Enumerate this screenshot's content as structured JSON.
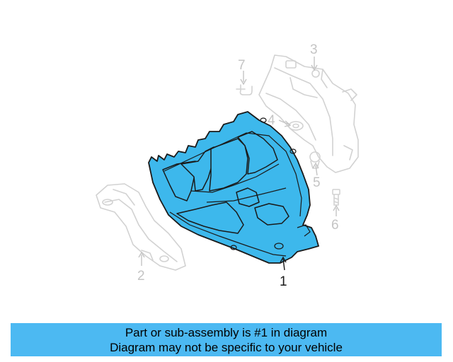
{
  "callouts": {
    "c1": "1",
    "c2": "2",
    "c3": "3",
    "c4": "4",
    "c5": "5",
    "c6": "6",
    "c7": "7"
  },
  "banner": {
    "line1": "Part or sub-assembly is #1 in diagram",
    "line2": "Diagram may not be specific to your vehicle"
  },
  "colors": {
    "highlight_part": "#3db8ec",
    "banner_background": "#4cb9f2",
    "ghost_parts": "#d2d2d2"
  }
}
